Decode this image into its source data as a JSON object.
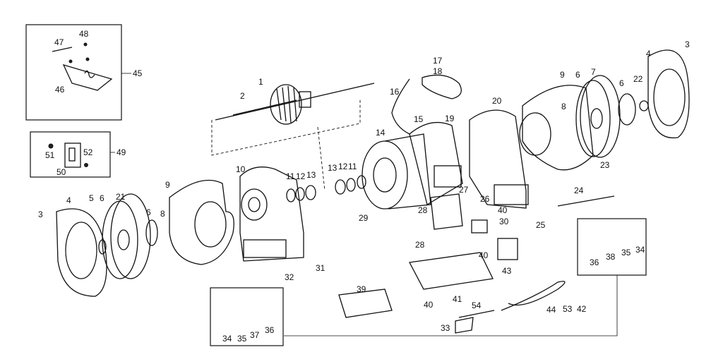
{
  "diagram": {
    "callouts": {
      "c1": "1",
      "c2": "2",
      "c3a": "3",
      "c3b": "3",
      "c4a": "4",
      "c4b": "4",
      "c5": "5",
      "c6a": "6",
      "c6b": "6",
      "c6c": "6",
      "c6d": "6",
      "c7": "7",
      "c8a": "8",
      "c8b": "8",
      "c9a": "9",
      "c9b": "9",
      "c10": "10",
      "c11a": "11",
      "c11b": "11",
      "c12a": "12",
      "c12b": "12",
      "c13a": "13",
      "c13b": "13",
      "c14": "14",
      "c15": "15",
      "c16": "16",
      "c17": "17",
      "c18": "18",
      "c19": "19",
      "c20": "20",
      "c21": "21",
      "c22": "22",
      "c23": "23",
      "c24": "24",
      "c25": "25",
      "c26": "26",
      "c27": "27",
      "c28a": "28",
      "c28b": "28",
      "c29": "29",
      "c30": "30",
      "c31": "31",
      "c32": "32",
      "c33": "33",
      "c34a": "34",
      "c34b": "34",
      "c35a": "35",
      "c35b": "35",
      "c36a": "36",
      "c36b": "36",
      "c37": "37",
      "c38": "38",
      "c39": "39",
      "c40a": "40",
      "c40b": "40",
      "c40c": "40",
      "c41": "41",
      "c42": "42",
      "c43": "43",
      "c44": "44",
      "c45": "45",
      "c46": "46",
      "c47": "47",
      "c48": "48",
      "c49": "49",
      "c50": "50",
      "c51": "51",
      "c52": "52",
      "c53": "53",
      "c54": "54"
    }
  }
}
